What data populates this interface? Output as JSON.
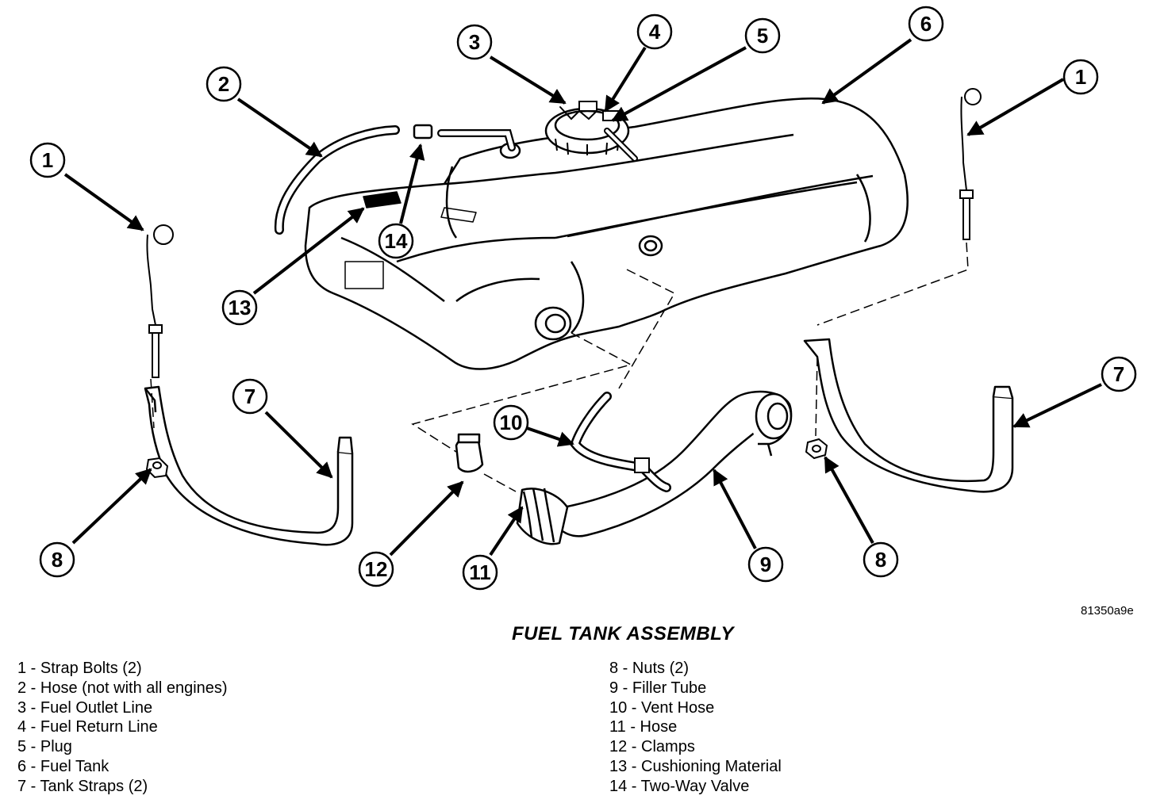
{
  "figure": {
    "title": "FUEL TANK ASSEMBLY",
    "figure_id": "81350a9e"
  },
  "callouts": [
    "1",
    "2",
    "3",
    "4",
    "5",
    "6",
    "7",
    "8",
    "9",
    "10",
    "11",
    "12",
    "13",
    "14"
  ],
  "legend": {
    "left": [
      "1 - Strap Bolts (2)",
      "2 - Hose (not with all engines)",
      "3 - Fuel Outlet Line",
      "4 - Fuel Return Line",
      "5 - Plug",
      "6 - Fuel Tank",
      "7 - Tank Straps (2)"
    ],
    "right": [
      "8 - Nuts (2)",
      "9 - Filler Tube",
      "10 - Vent Hose",
      "11 - Hose",
      "12 - Clamps",
      "13 - Cushioning Material",
      "14 - Two-Way Valve"
    ]
  }
}
